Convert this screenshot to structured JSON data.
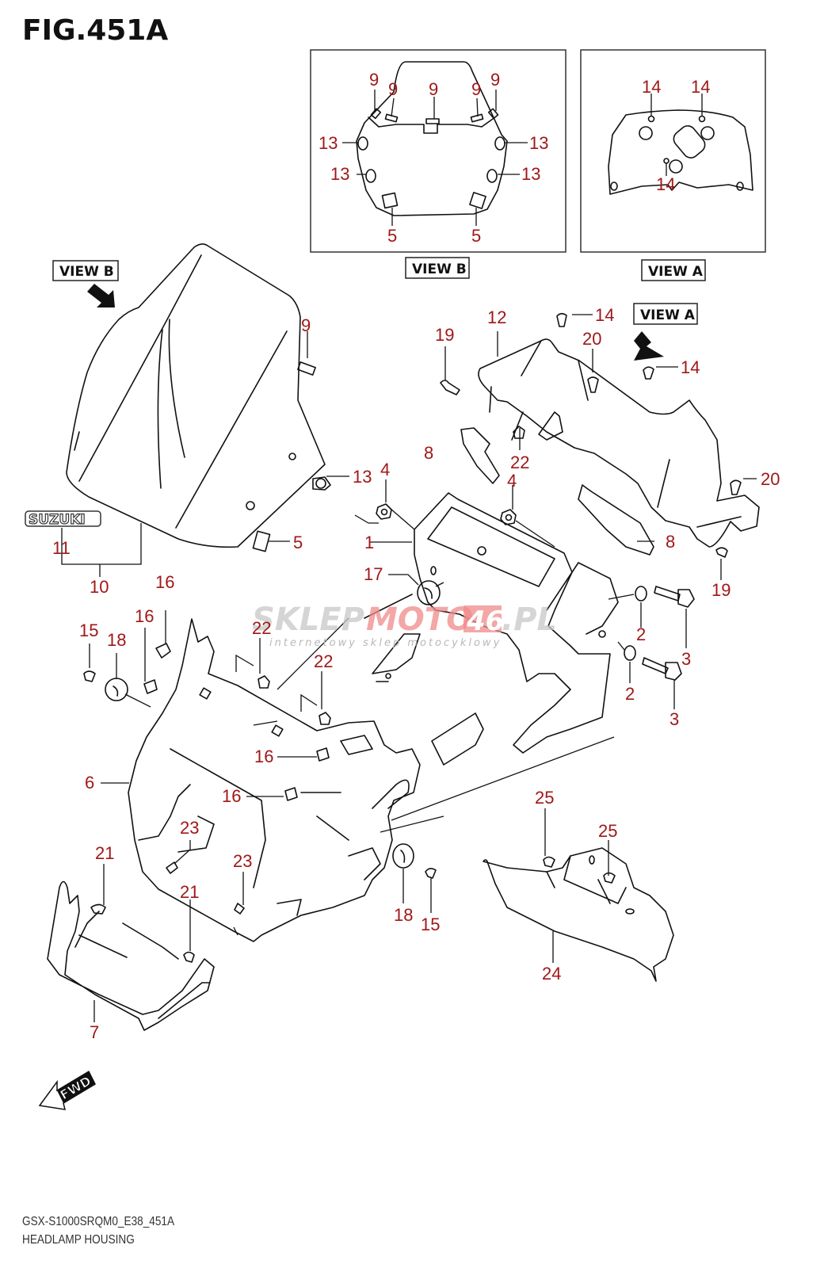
{
  "figure": {
    "title": "FIG.451A",
    "model_code": "GSX-S1000SRQM0_E38_451A",
    "section_name": "HEADLAMP HOUSING"
  },
  "views": {
    "view_b_label": "VIEW B",
    "view_a_label": "VIEW A"
  },
  "emblem_text": "SUZUKI",
  "fwd_label": "FWD",
  "watermark": {
    "brand_part1": "SKLEP",
    "brand_part2": "MOTO",
    "brand_part3": "46",
    "brand_part4": ".PL",
    "tagline": "internetowy sklep motocyklowy"
  },
  "colors": {
    "part_label": "#a01818",
    "line": "#111111",
    "watermark_red": "#f08a8a",
    "watermark_grey": "#c8c8c8"
  },
  "callouts": {
    "view_b": [
      "9",
      "9",
      "9",
      "9",
      "9",
      "13",
      "13",
      "13",
      "13",
      "5",
      "5"
    ],
    "view_a": [
      "14",
      "14",
      "14"
    ],
    "main": [
      "9",
      "13",
      "5",
      "11",
      "10",
      "19",
      "12",
      "14",
      "20",
      "14",
      "8",
      "22",
      "4",
      "4",
      "20",
      "1",
      "8",
      "19",
      "17",
      "2",
      "3",
      "2",
      "3",
      "16",
      "16",
      "15",
      "18",
      "22",
      "22",
      "16",
      "16",
      "6",
      "23",
      "21",
      "23",
      "21",
      "18",
      "15",
      "7",
      "25",
      "25",
      "24"
    ]
  }
}
